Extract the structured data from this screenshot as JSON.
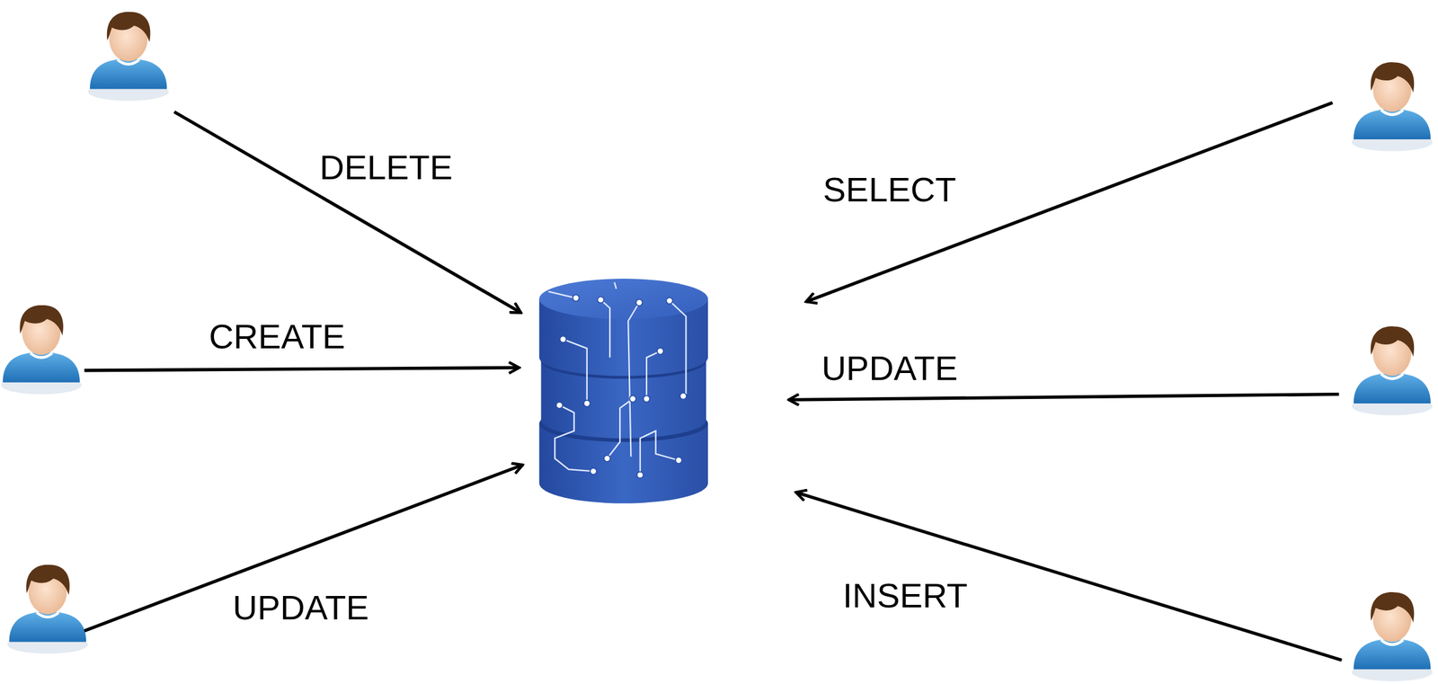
{
  "diagram": {
    "labels": [
      "DELETE",
      "SELECT",
      "CREATE",
      "UPDATE",
      "UPDATE",
      "INSERT"
    ]
  }
}
